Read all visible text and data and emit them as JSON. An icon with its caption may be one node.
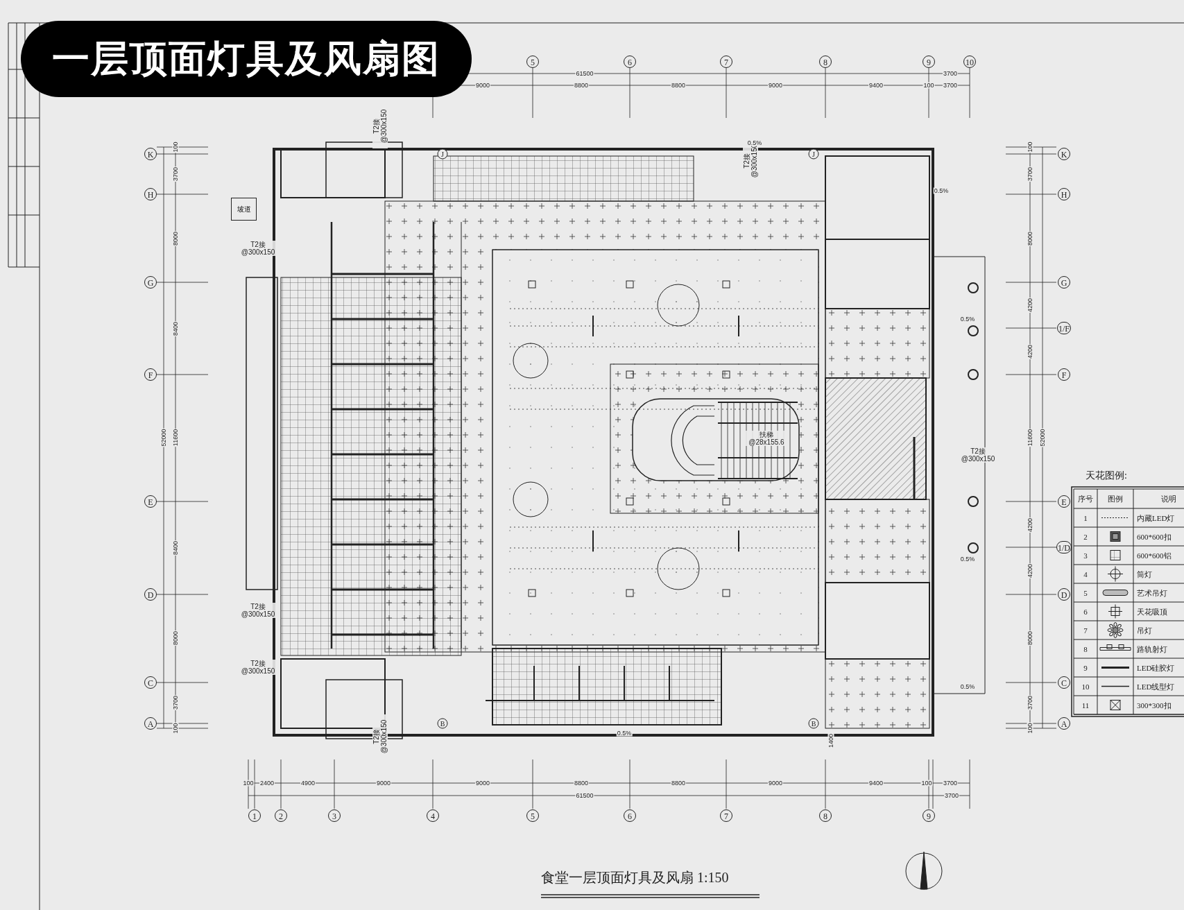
{
  "diagram": {
    "title": "一层顶面灯具及风扇图",
    "caption": "食堂一层顶面灯具及风扇 1:150",
    "nodes": [
      {
        "text": [
          "坡道"
        ]
      }
    ],
    "labels": [
      "5",
      "6",
      "7",
      "8",
      "9",
      "10",
      "61500",
      "3700",
      "9000",
      "8800",
      "8800",
      "9000",
      "9400",
      "100",
      "3700",
      "K",
      "H",
      "G",
      "F",
      "E",
      "D",
      "C",
      "A",
      "100",
      "3700",
      "8000",
      "8400",
      "11600",
      "8400",
      "8000",
      "3700",
      "100",
      "52000",
      "K",
      "H",
      "G",
      "1/F",
      "F",
      "E",
      "1/D",
      "D",
      "C",
      "A",
      "100",
      "3700",
      "8000",
      "4200",
      "4200",
      "11600",
      "4200",
      "4200",
      "8000",
      "3700",
      "100",
      "52000",
      "100",
      "2400",
      "4900",
      "9000",
      "9000",
      "8800",
      "8800",
      "9000",
      "9400",
      "100",
      "3700",
      "61500",
      "3700",
      "1",
      "2",
      "3",
      "4",
      "5",
      "6",
      "7",
      "8",
      "9",
      "J",
      "J",
      "B",
      "B",
      "T2接 @300x150",
      "T2接 @300x150",
      "T2接 @300x150",
      "T2接 @300x150",
      "T2接 @300x150",
      "T2接 @300x150",
      "T2接 @300x150",
      "0.5%",
      "0.5%",
      "0.5%",
      "0.5%",
      "0.5%",
      "0.5%",
      "1400",
      "扶梯 @28x155.6",
      "天花图例:",
      "序号",
      "图例",
      "说明",
      "1",
      "内藏LED灯",
      "2",
      "600*600扣",
      "3",
      "600*600铝",
      "4",
      "筒灯",
      "5",
      "艺术吊灯",
      "6",
      "天花吸顶",
      "7",
      "吊灯",
      "8",
      "路轨射灯",
      "9",
      "LED硅胶灯",
      "10",
      "LED线型灯",
      "11",
      "300*300扣"
    ]
  }
}
